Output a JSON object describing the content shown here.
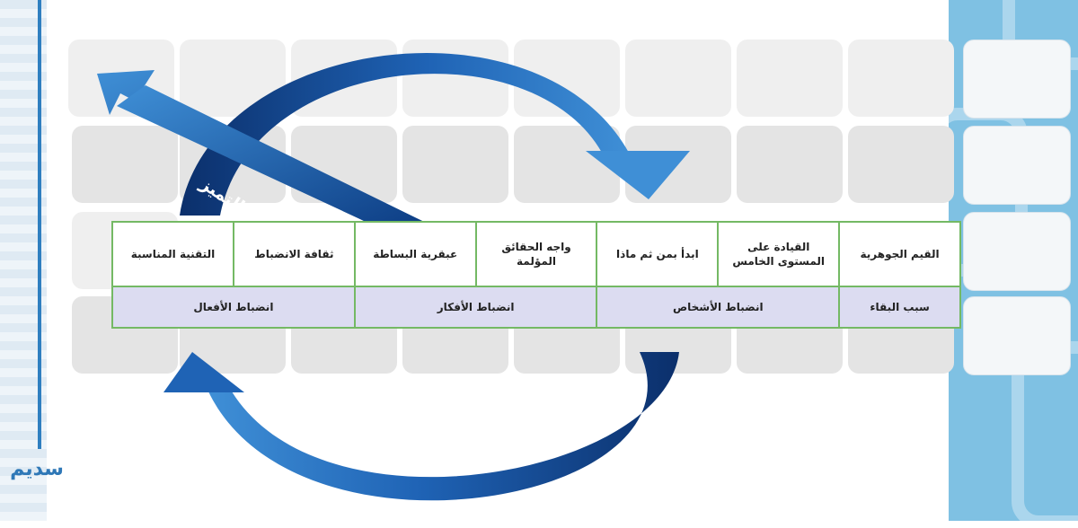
{
  "diagram": {
    "arrow_label": "الانطلاق والتميز",
    "values": [
      "القيم الجوهرية",
      "القيادة على المستوى الخامس",
      "ابدأ بمن ثم ماذا",
      "واجه الحقائق المؤلمة",
      "عبقرية البساطة",
      "ثقافة الانضباط",
      "التقنية المناسبة"
    ],
    "groups": [
      "سبب البقاء",
      "انضباط الأشخاص",
      "انضباط الأفكار",
      "انضباط الأفعال"
    ]
  },
  "branding": {
    "logo_text": "سديم"
  },
  "colors": {
    "arrow_dark": "#0b2f6b",
    "arrow_light": "#3f8fd6",
    "table_border": "#74b964",
    "group_fill": "#dcdcf1"
  }
}
